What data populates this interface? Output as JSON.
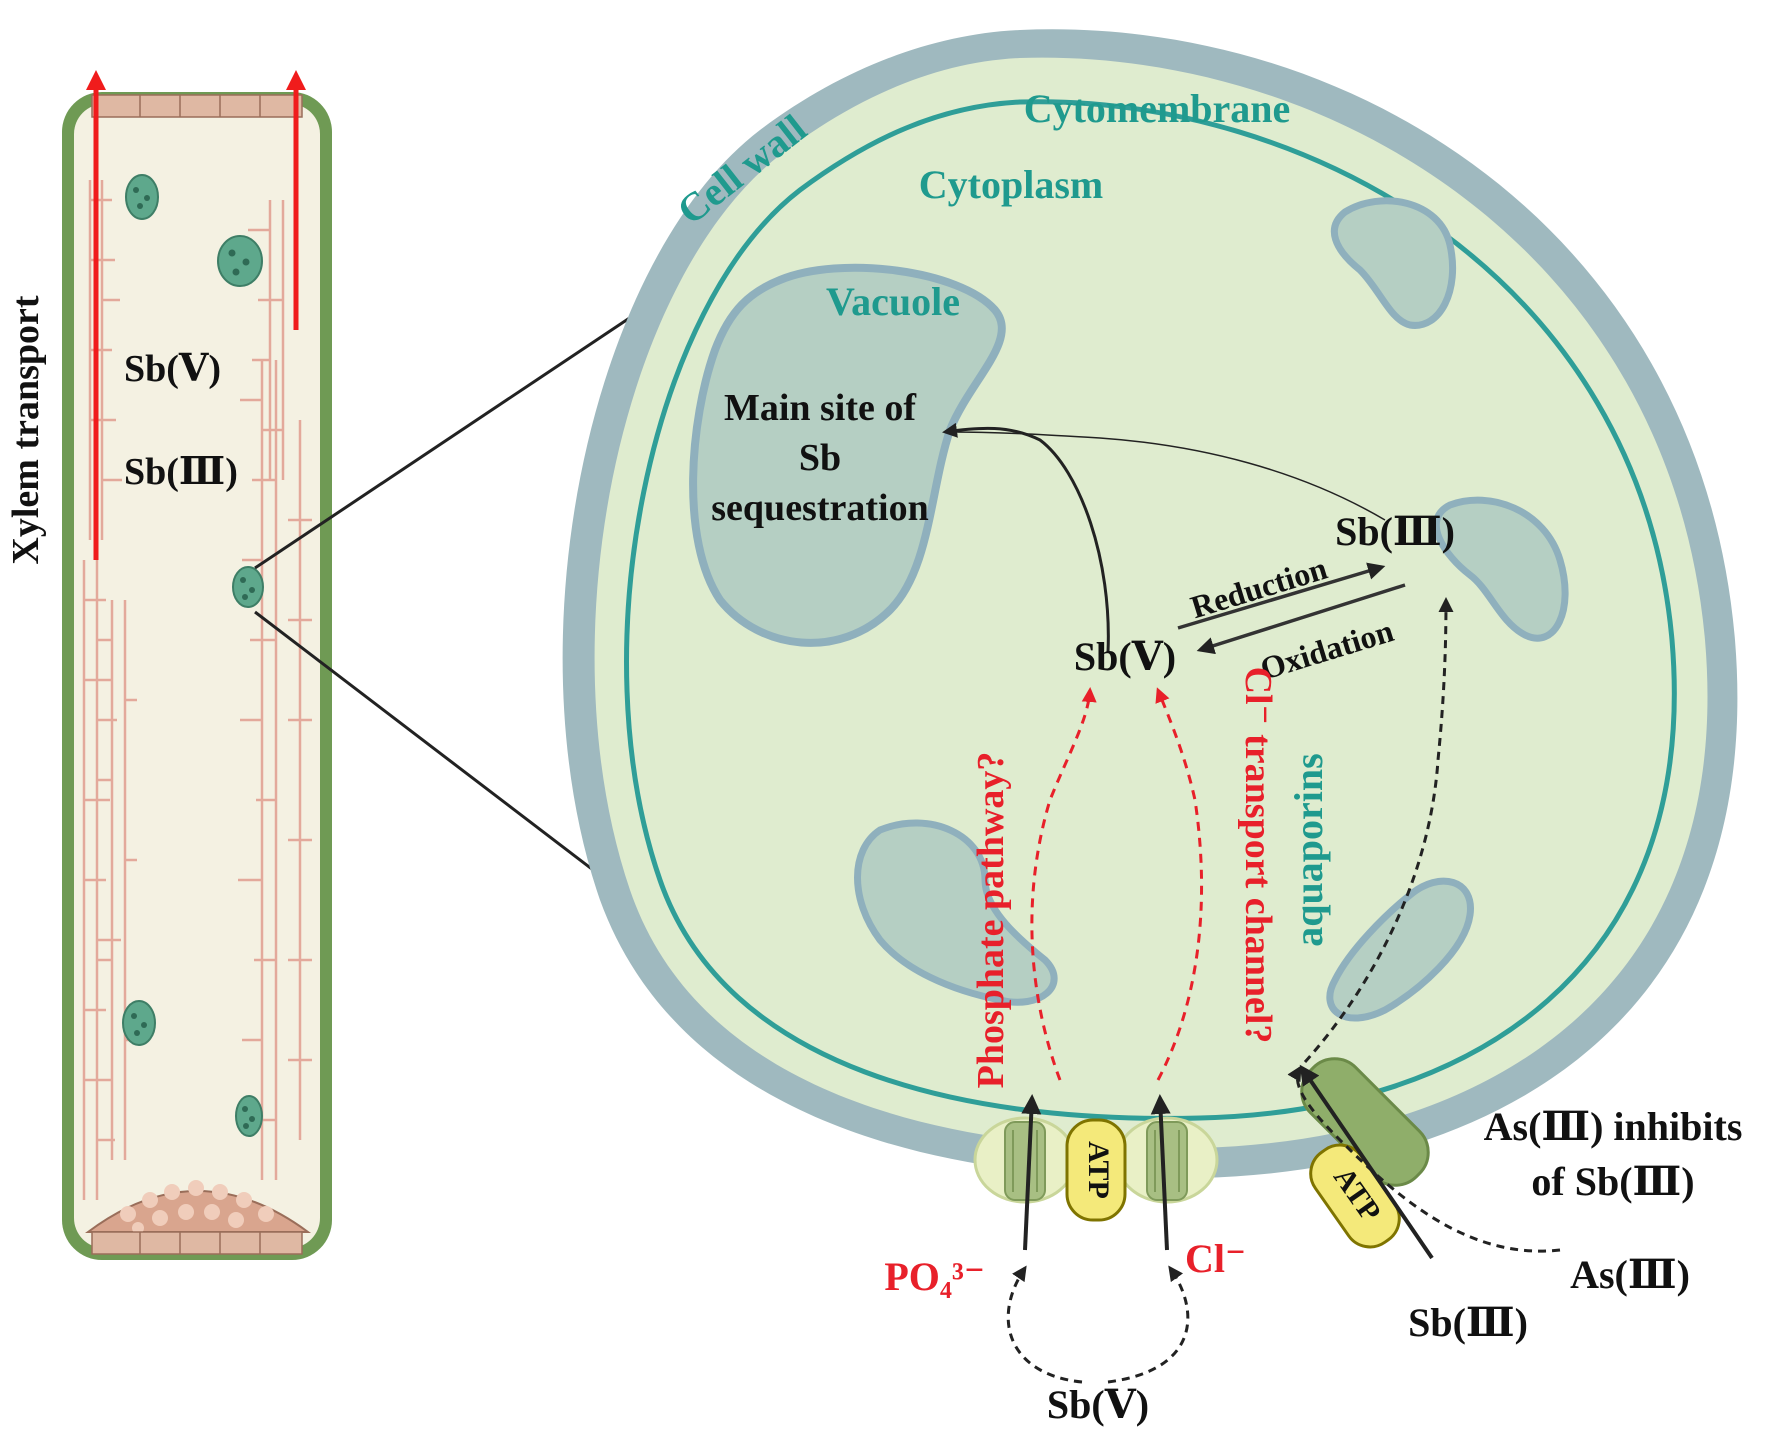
{
  "xylem": {
    "title": "Xylem transport",
    "sb5": "Sb(Ⅴ)",
    "sb3": "Sb(Ⅲ)"
  },
  "cell": {
    "cell_wall": "Cell wall",
    "cytomembrane": "Cytomembrane",
    "cytoplasm": "Cytoplasm",
    "vacuole": "Vacuole",
    "sequestration": [
      "Main site of",
      "Sb",
      "sequestration"
    ],
    "sb5_inside": "Sb(Ⅴ)",
    "sb3_inside": "Sb(Ⅲ)",
    "reduction": "Reduction",
    "oxidation": "Oxidation",
    "phosphate_pathway": "Phosphate pathway?",
    "cl_channel": "Cl⁻ transport channel?",
    "aquaporins": "aquaporins",
    "atp_left": "ATP",
    "atp_right": "ATP",
    "po4": "PO₄³⁻",
    "cl": "Cl⁻",
    "sb5_outside": "Sb(Ⅴ)",
    "sb3_outside": "Sb(Ⅲ)",
    "as3_outside": "As(Ⅲ)",
    "as_inhibits": [
      "As(Ⅲ) inhibits",
      "of Sb(Ⅲ)"
    ]
  },
  "colors": {
    "teal_text": "#1f9a8e",
    "red_text": "#e8202a",
    "cell_wall": "#9fb9bf",
    "cytoplasm": "#dfeccf",
    "membrane": "#2f9e98",
    "vacuole_fill": "#b5cfc3",
    "vacuole_edge": "#8fb0bd",
    "xylem_fill": "#f4f1e2",
    "xylem_edge": "#6f9a54",
    "tracheid": "#e3a99b",
    "organelle": "#5ea88c",
    "atp_fill": "#f4e97a"
  }
}
